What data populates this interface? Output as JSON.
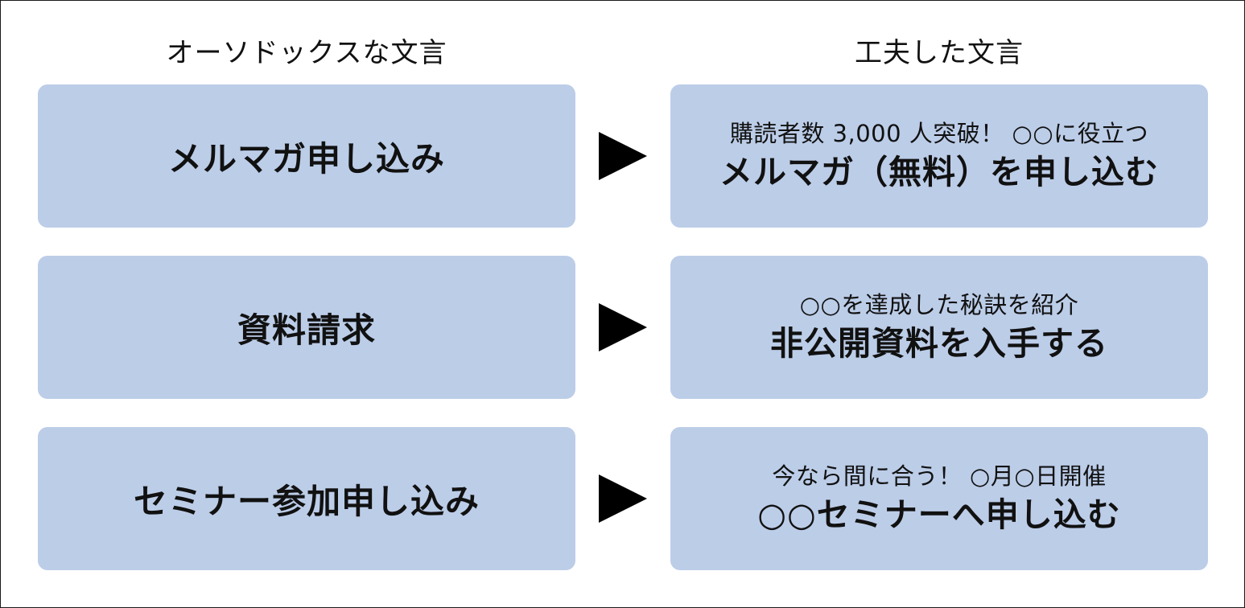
{
  "headers": {
    "orthodox": "オーソドックスな文言",
    "improved": "工夫した文言"
  },
  "rows": [
    {
      "orthodox": "メルマガ申し込み",
      "improved_sub": "購読者数 3,000 人突破！ ○○に役立つ",
      "improved_main": "メルマガ（無料）を申し込む"
    },
    {
      "orthodox": "資料請求",
      "improved_sub": "○○を達成した秘訣を紹介",
      "improved_main": "非公開資料を入手する"
    },
    {
      "orthodox": "セミナー参加申し込み",
      "improved_sub": "今なら間に合う！ ○月○日開催",
      "improved_main": "○○セミナーへ申し込む"
    }
  ],
  "colors": {
    "box_fill": "#bccde8",
    "arrow_fill": "#000000",
    "text": "#111111",
    "frame": "#1a1a1a"
  },
  "icons": {
    "arrow": "right-pointing-triangle-icon"
  }
}
